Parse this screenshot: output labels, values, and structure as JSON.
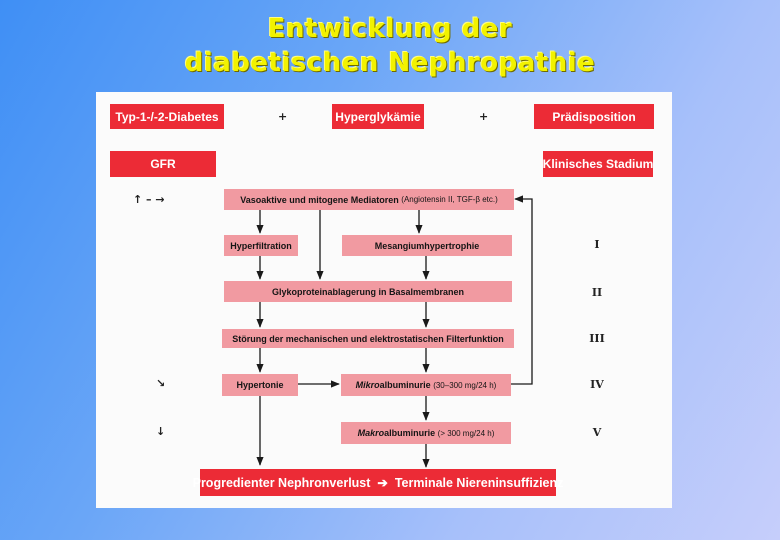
{
  "title": {
    "line1": "Entwicklung der",
    "line2": "diabetischen Nephropathie"
  },
  "top_row": {
    "diabetes": "Typ-1-/-2-Diabetes",
    "plus1": "+",
    "hyperglykaemie": "Hyperglykämie",
    "plus2": "+",
    "praedisposition": "Prädisposition"
  },
  "headers": {
    "gfr": "GFR",
    "stadium": "Klinisches Stadium"
  },
  "gfr_symbols": {
    "row0": "↑  –  →",
    "row4": "↘",
    "row5": "↓"
  },
  "stages": [
    "I",
    "II",
    "III",
    "IV",
    "V"
  ],
  "boxes": {
    "mediatoren": "Vasoaktive und mitogene Mediatoren",
    "mediatoren_detail": "(Angiotensin II, TGF-β etc.)",
    "hyperfiltration": "Hyperfiltration",
    "mesangium": "Mesangiumhypertrophie",
    "glykoprotein": "Glykoproteinablagerung in Basalmembranen",
    "stoerung": "Störung der mechanischen und elektrostatischen Filterfunktion",
    "hypertonie": "Hypertonie",
    "mikro_prefix": "Mikro",
    "mikro_rest": "albuminurie",
    "mikro_detail": "(30–300 mg/24 h)",
    "makro_prefix": "Makro",
    "makro_rest": "albuminurie",
    "makro_detail": "(> 300 mg/24 h)",
    "nephronverlust": "Progredienter Nephronverlust",
    "arrow": "➔",
    "niereninsuffizienz": "Terminale Niereninsuffizienz"
  },
  "colors": {
    "title": "#f2f200",
    "header_red": "#ec2b36",
    "box_pink": "#f19aa1",
    "arrow": "#1a1a1a"
  }
}
